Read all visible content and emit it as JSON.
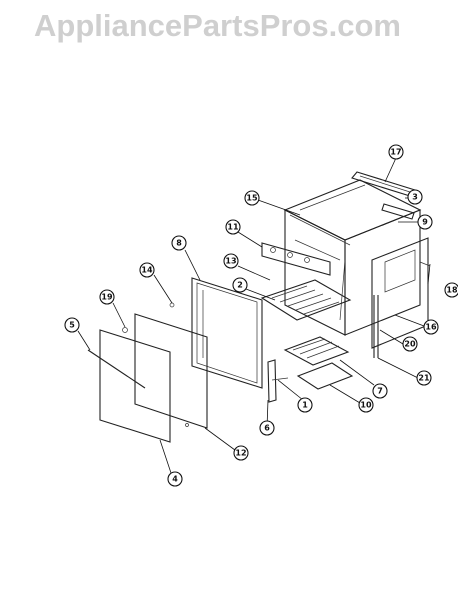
{
  "watermark": "AppliancePartsPros.com",
  "callouts": [
    {
      "id": "callout-17",
      "label": "17"
    },
    {
      "id": "callout-3",
      "label": "3"
    },
    {
      "id": "callout-9",
      "label": "9"
    },
    {
      "id": "callout-15",
      "label": "15"
    },
    {
      "id": "callout-11",
      "label": "11"
    },
    {
      "id": "callout-8",
      "label": "8"
    },
    {
      "id": "callout-13",
      "label": "13"
    },
    {
      "id": "callout-14",
      "label": "14"
    },
    {
      "id": "callout-2",
      "label": "2"
    },
    {
      "id": "callout-18",
      "label": "18"
    },
    {
      "id": "callout-19",
      "label": "19"
    },
    {
      "id": "callout-5",
      "label": "5"
    },
    {
      "id": "callout-16",
      "label": "16"
    },
    {
      "id": "callout-20",
      "label": "20"
    },
    {
      "id": "callout-7",
      "label": "7"
    },
    {
      "id": "callout-21",
      "label": "21"
    },
    {
      "id": "callout-1",
      "label": "1"
    },
    {
      "id": "callout-10",
      "label": "10"
    },
    {
      "id": "callout-6",
      "label": "6"
    },
    {
      "id": "callout-12",
      "label": "12"
    },
    {
      "id": "callout-4",
      "label": "4"
    }
  ]
}
